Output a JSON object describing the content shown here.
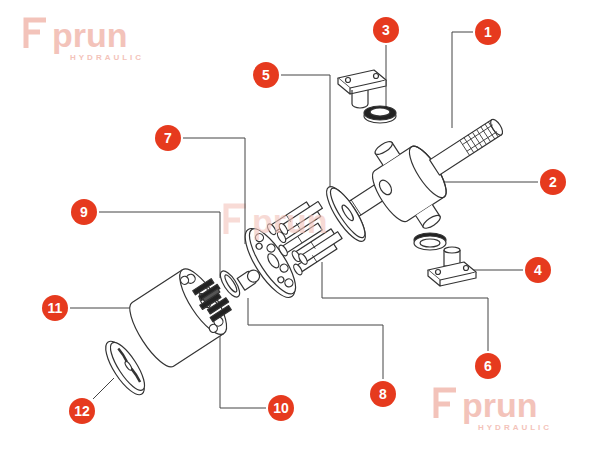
{
  "diagram": {
    "labels": [
      "prun",
      "HYDRAULIC",
      "1",
      "2",
      "3",
      "4",
      "5",
      "6",
      "7",
      "8",
      "9",
      "10",
      "11",
      "12",
      "prun",
      "prun",
      "HYDRAULIC"
    ]
  }
}
